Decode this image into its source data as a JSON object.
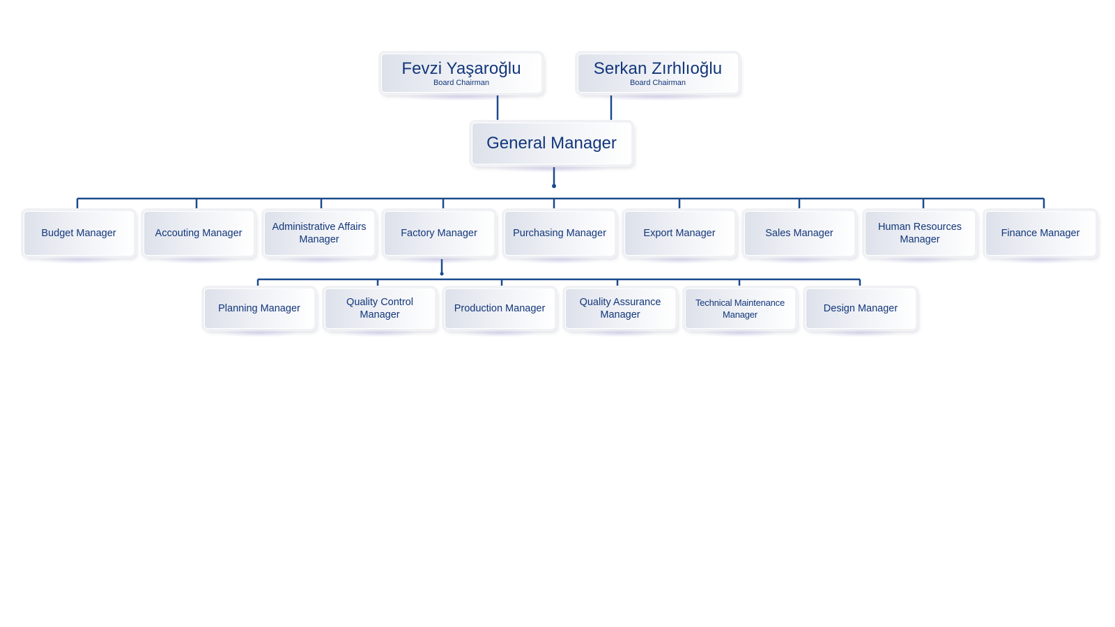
{
  "board": [
    {
      "name": "Fevzi Yaşaroğlu",
      "title": "Board Chairman"
    },
    {
      "name": "Serkan Zırhlıoğlu",
      "title": "Board Chairman"
    }
  ],
  "general_manager": {
    "title": "General Manager"
  },
  "departments": [
    {
      "label": "Budget Manager"
    },
    {
      "label": "Accouting Manager"
    },
    {
      "label": "Administrative Affairs Manager"
    },
    {
      "label": "Factory Manager"
    },
    {
      "label": "Purchasing Manager"
    },
    {
      "label": "Export Manager"
    },
    {
      "label": "Sales Manager"
    },
    {
      "label": "Human Resources Manager"
    },
    {
      "label": "Finance Manager"
    }
  ],
  "factory_units": [
    {
      "label": "Planning Manager"
    },
    {
      "label": "Quality Control Manager"
    },
    {
      "label": "Production Manager"
    },
    {
      "label": "Quality Assurance Manager"
    },
    {
      "label": "Technical Maintenance Manager"
    },
    {
      "label": "Design Manager"
    }
  ],
  "colors": {
    "connector": "#1a4a8c",
    "text": "#12367a"
  }
}
